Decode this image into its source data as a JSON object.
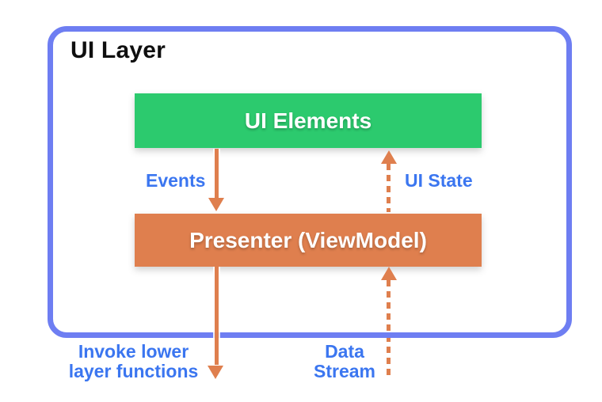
{
  "diagram": {
    "title": "UI Layer",
    "boxes": {
      "ui_elements": {
        "label": "UI Elements",
        "color": "#2cca6e"
      },
      "presenter": {
        "label": "Presenter (ViewModel)",
        "color": "#df7f4e"
      }
    },
    "arrows": {
      "events": {
        "label": "Events",
        "style": "solid",
        "direction": "down",
        "from": "UI Elements",
        "to": "Presenter (ViewModel)",
        "color": "#df7f4e"
      },
      "ui_state": {
        "label": "UI State",
        "style": "dashed",
        "direction": "up",
        "from": "Presenter (ViewModel)",
        "to": "UI Elements",
        "color": "#df7f4e"
      },
      "invoke_lower": {
        "label": "Invoke lower\nlayer functions",
        "style": "solid",
        "direction": "down",
        "from": "Presenter (ViewModel)",
        "to": "lower layer",
        "color": "#df7f4e"
      },
      "data_stream": {
        "label": "Data\nStream",
        "style": "dashed",
        "direction": "up",
        "from": "lower layer",
        "to": "Presenter (ViewModel)",
        "color": "#df7f4e"
      }
    },
    "colors": {
      "container_border": "#6e7ef2",
      "title_text": "#0f0f0f",
      "label_text": "#3b76f0",
      "box_text": "#ffffff",
      "background": "#ffffff"
    }
  }
}
